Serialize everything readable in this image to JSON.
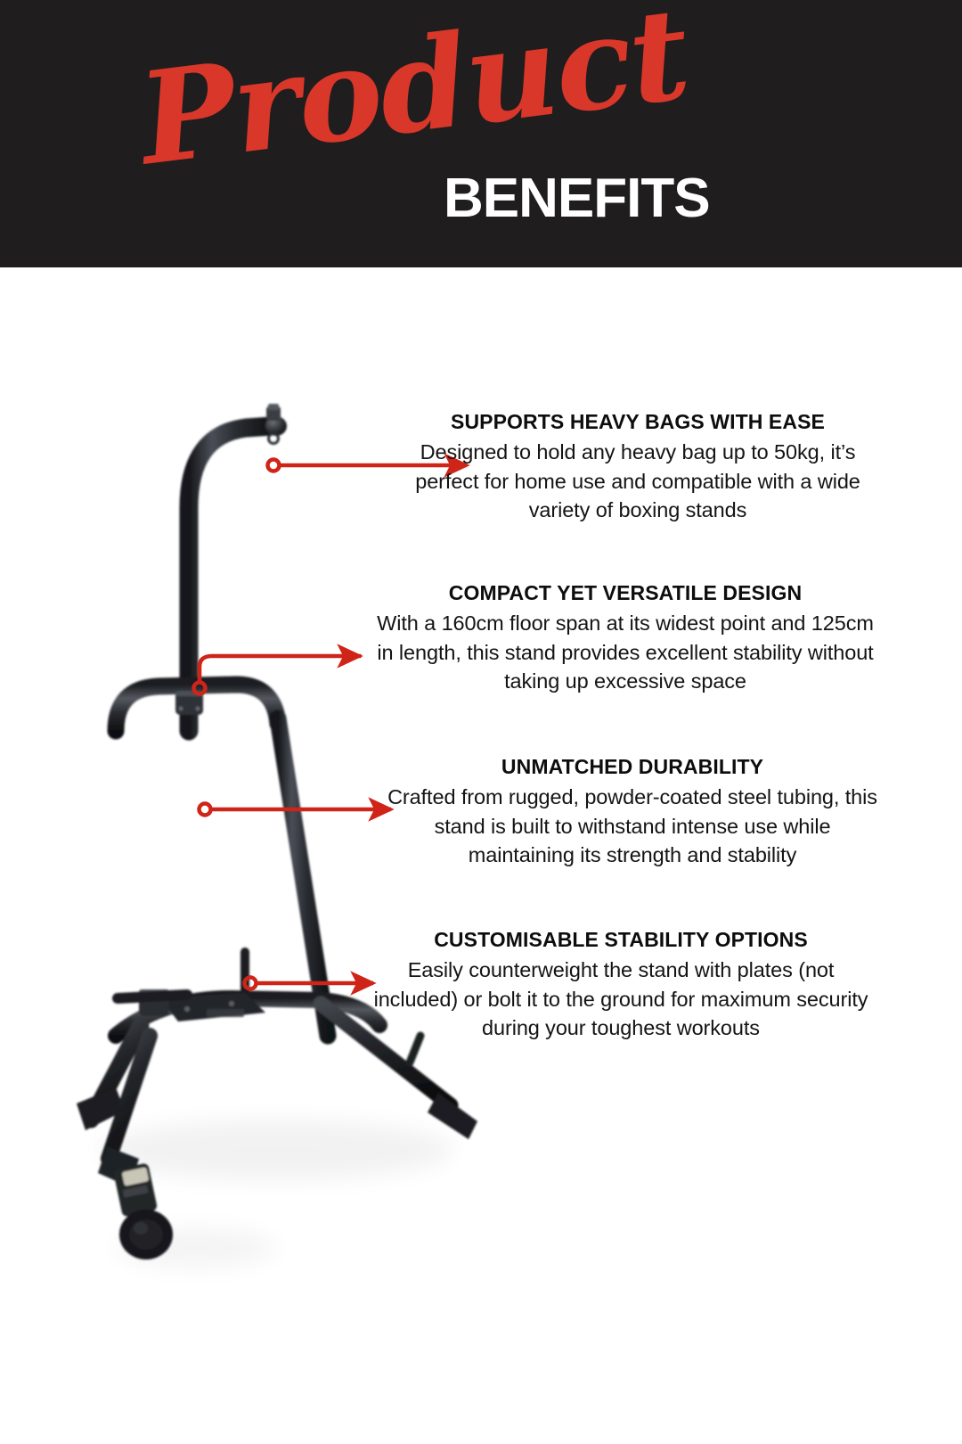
{
  "header": {
    "title_script": "Product",
    "title_bold": "BENEFITS",
    "background_color": "#1f1d1d",
    "script_color": "#d8372a",
    "bold_color": "#ffffff"
  },
  "accent_color": "#cf2418",
  "product": {
    "name": "heavy bag boxing stand",
    "frame_color": "#26282d",
    "alt": "Black powder-coated steel heavy bag stand shown at an angle"
  },
  "callouts": [
    {
      "id": "supports-heavy-bags",
      "title": "SUPPORTS HEAVY BAGS WITH EASE",
      "body": "Designed to hold any heavy bag up to 50kg, it’s perfect for home use and compatible with a wide variety of boxing stands"
    },
    {
      "id": "compact-versatile-design",
      "title": "COMPACT YET VERSATILE DESIGN",
      "body": "With a 160cm floor span at its widest point and 125cm in length, this stand provides excellent stability without taking up excessive space"
    },
    {
      "id": "unmatched-durability",
      "title": "UNMATCHED DURABILITY",
      "body": "Crafted from rugged, powder-coated steel tubing, this stand is built to withstand intense use while maintaining its strength and stability"
    },
    {
      "id": "customisable-stability-options",
      "title": "CUSTOMISABLE STABILITY OPTIONS",
      "body": "Easily counterweight the stand with plates (not included) or bolt it to the ground for maximum security during your toughest workouts"
    }
  ]
}
